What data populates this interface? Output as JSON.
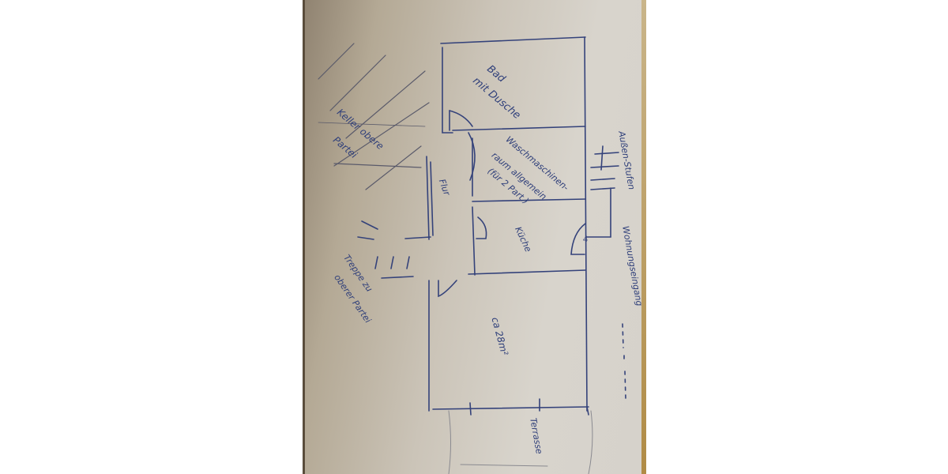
{
  "photo": {
    "subject": "Hand-drawn apartment floor plan on paper",
    "ink_color": "#34427a",
    "paper_color": "#d3cec6"
  },
  "rooms": {
    "bath": {
      "line1": "Bad",
      "line2": "mit Dusche"
    },
    "laundry": {
      "line1": "Waschmaschinen-",
      "line2": "raum allgemein",
      "line3": "(für 2 Part.)"
    },
    "hall": {
      "label": "Flur"
    },
    "kitchen": {
      "label": "Küche"
    },
    "living": {
      "label": "ca 28m²"
    },
    "terrace": {
      "label": "Terrasse"
    }
  },
  "annotations": {
    "cellar": {
      "line1": "Keller obere",
      "line2": "Partei"
    },
    "stairs": {
      "line1": "Treppe zu",
      "line2": "oberer Partei"
    },
    "outer_stairs": {
      "label": "Außen-Stufen"
    },
    "entrance": {
      "label": "Wohnungseingang"
    }
  }
}
